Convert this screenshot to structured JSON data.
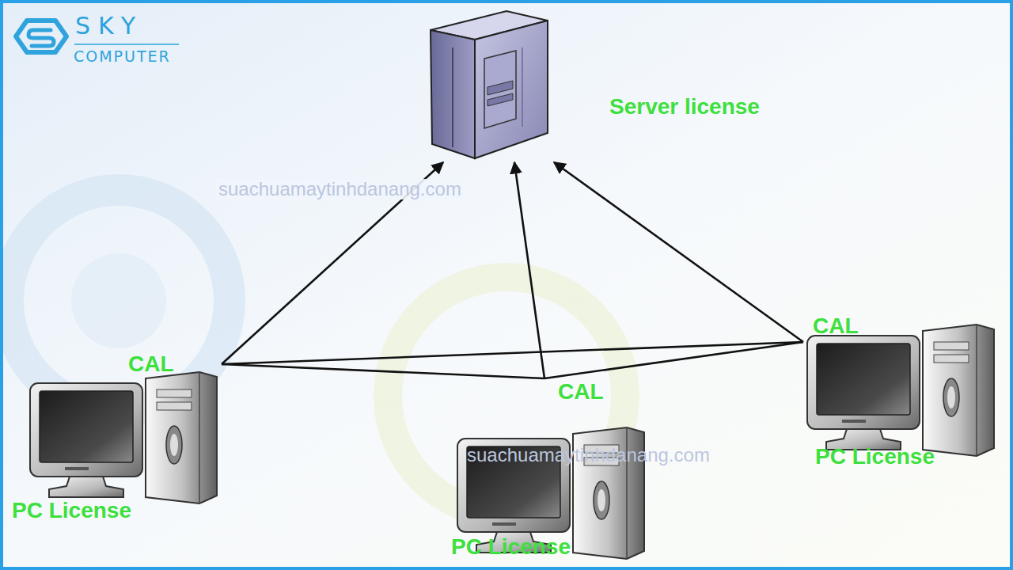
{
  "diagram": {
    "nodes": [
      {
        "text": [
          "Server license"
        ]
      },
      {
        "text": [
          "CAL",
          "PC License"
        ]
      },
      {
        "text": [
          "CAL",
          "PC License"
        ]
      },
      {
        "text": [
          "CAL",
          "PC License"
        ]
      }
    ],
    "edges": [
      {
        "from": 1,
        "to": 0,
        "arrow": "to"
      },
      {
        "from": 2,
        "to": 0,
        "arrow": "to"
      },
      {
        "from": 3,
        "to": 0,
        "arrow": "to"
      },
      {
        "from": 1,
        "to": 3,
        "arrow": "none"
      },
      {
        "from": 1,
        "to": 2,
        "arrow": "none"
      },
      {
        "from": 2,
        "to": 3,
        "arrow": "none"
      }
    ],
    "labels": [
      "SKY",
      "COMPUTER",
      "suachuamaytinhdanang.com",
      "suachuamaytinhdanang.com"
    ]
  }
}
